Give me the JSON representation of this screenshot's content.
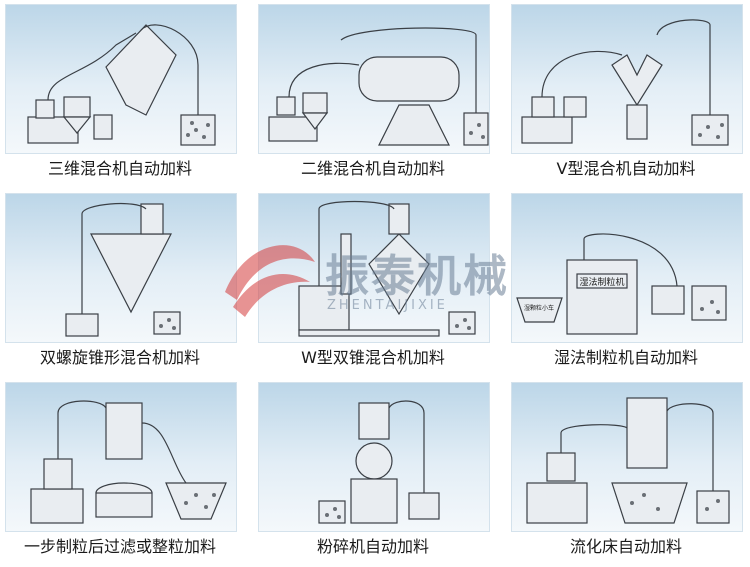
{
  "panels": [
    {
      "id": "panel-1",
      "caption": "三维混合机自动加料"
    },
    {
      "id": "panel-2",
      "caption": "二维混合机自动加料"
    },
    {
      "id": "panel-3",
      "caption": "V型混合机自动加料"
    },
    {
      "id": "panel-4",
      "caption": "双螺旋锥形混合机加料"
    },
    {
      "id": "panel-5",
      "caption": "W型双锥混合机加料"
    },
    {
      "id": "panel-6",
      "caption": "湿法制粒机自动加料"
    },
    {
      "id": "panel-7",
      "caption": "一步制粒后过滤或整粒加料"
    },
    {
      "id": "panel-8",
      "caption": "粉碎机自动加料"
    },
    {
      "id": "panel-9",
      "caption": "流化床自动加料"
    }
  ],
  "labels": {
    "granulator_sign": "湿法制粒机",
    "cart_sign": "湿颗粒小车"
  },
  "watermark": {
    "brand": "振泰机械",
    "sub": "ZHENTAIJIXIE"
  },
  "colors": {
    "machine_fill": "#e9edf1",
    "machine_stroke": "#3a3f45",
    "panel_top": "#bcd6e8",
    "watermark_red": "#d43b3b",
    "watermark_blue": "#6b7f96"
  }
}
